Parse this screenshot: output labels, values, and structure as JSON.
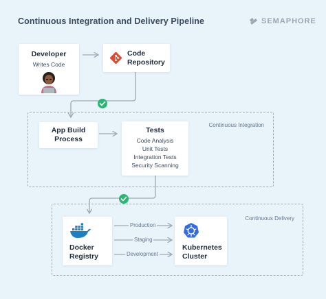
{
  "title": "Continuous Integration and Delivery Pipeline",
  "brand": {
    "name": "SEMAPHORE",
    "icon": "semaphore-logo-icon"
  },
  "nodes": {
    "developer": {
      "title": "Developer",
      "subtitle": "Writes Code",
      "icon": "developer-avatar"
    },
    "repository": {
      "title_line1": "Code",
      "title_line2": "Repository",
      "icon": "git-icon",
      "icon_color": "#e04a2f"
    },
    "build": {
      "title_line1": "App Build",
      "title_line2": "Process"
    },
    "tests": {
      "title": "Tests",
      "items": [
        "Code Analysis",
        "Unit Tests",
        "Integration Tests",
        "Security Scanning"
      ]
    },
    "docker": {
      "title_line1": "Docker",
      "title_line2": "Registry",
      "icon": "docker-icon",
      "icon_color": "#1d7fc4"
    },
    "kubernetes": {
      "title_line1": "Kubernetes",
      "title_line2": "Cluster",
      "icon": "kubernetes-icon",
      "icon_color": "#326ce5"
    }
  },
  "regions": {
    "ci": "Continuous Integration",
    "cd": "Continuous Delivery"
  },
  "flows": [
    "Production",
    "Staging",
    "Development"
  ],
  "colors": {
    "background": "#e8f3fa",
    "check": "#2bb673",
    "line": "#9aa8b4"
  }
}
